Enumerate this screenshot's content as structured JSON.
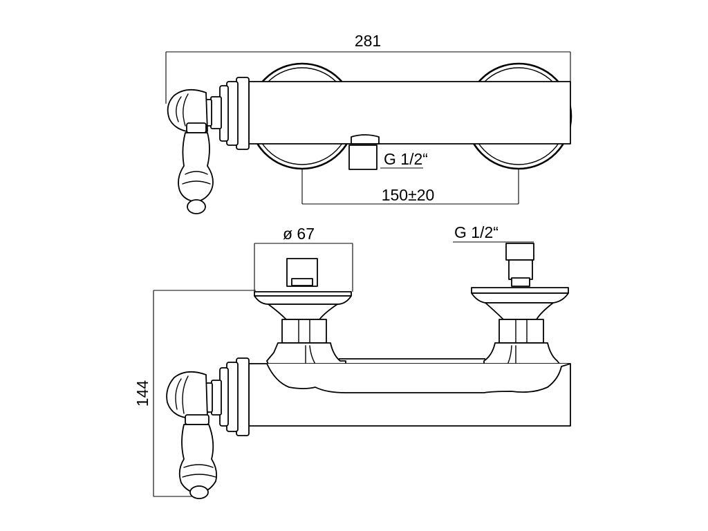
{
  "dimensions": {
    "overall_length": "281",
    "connection_spacing": "150±20",
    "flange_diameter": "ø 67",
    "connection_thread_top": "G 1/2“",
    "connection_thread_side": "G 1/2“",
    "overall_height": "144"
  }
}
